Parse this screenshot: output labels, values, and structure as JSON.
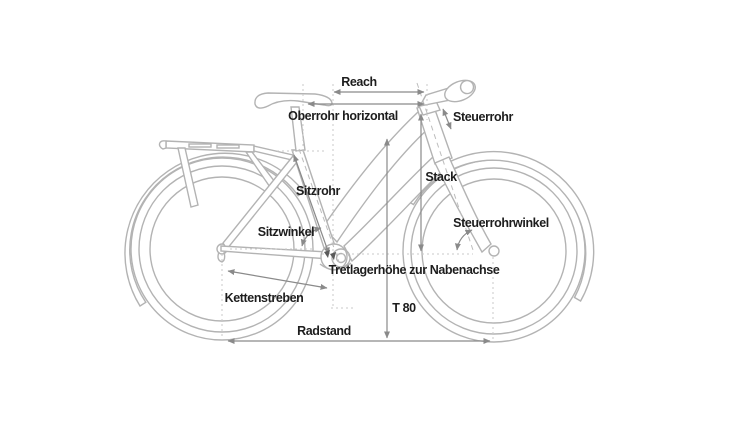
{
  "diagram": {
    "type": "bicycle-geometry-diagram",
    "labels": {
      "reach": "Reach",
      "oberrohr_horizontal": "Oberrohr horizontal",
      "steuerrohr": "Steuerrohr",
      "sitzrohr": "Sitzrohr",
      "stack": "Stack",
      "sitzwinkel": "Sitzwinkel",
      "steuerrohrwinkel": "Steuerrohrwinkel",
      "tretlagerhoehe": "Tretlagerhöhe zur Nabenachse",
      "kettenstreben": "Kettenstreben",
      "t80": "T 80",
      "radstand": "Radstand"
    },
    "colors": {
      "background": "#ffffff",
      "bike_outline": "#b3b3b3",
      "dimension_line": "#8a8a8a",
      "helper_line": "#c9c9c9",
      "label_text": "#1d1d1d"
    }
  }
}
